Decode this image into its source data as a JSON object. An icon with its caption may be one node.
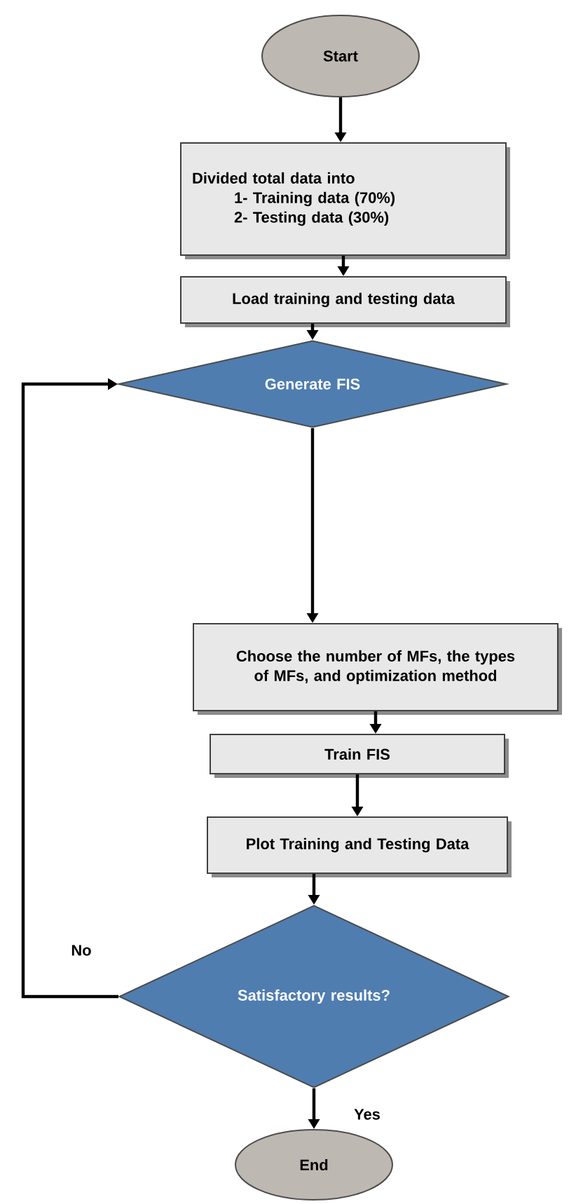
{
  "diagram": {
    "nodes": [
      {
        "text": [
          "Start"
        ]
      },
      {
        "text": [
          "Divided total data into",
          "1- Training data (70%)",
          "2- Testing data (30%)"
        ]
      },
      {
        "text": [
          "Load training and testing data"
        ]
      },
      {
        "text": [
          "Generate FIS"
        ]
      },
      {
        "text": [
          "Choose the number of MFs, the types of MFs, and optimization method"
        ]
      },
      {
        "text": [
          "Train FIS"
        ]
      },
      {
        "text": [
          "Plot Training and Testing Data"
        ]
      },
      {
        "text": [
          "Satisfactory results?"
        ]
      },
      {
        "text": [
          "End"
        ]
      }
    ],
    "edges": [
      {
        "from": 0,
        "to": 1,
        "arrow": "to"
      },
      {
        "from": 1,
        "to": 2,
        "arrow": "to"
      },
      {
        "from": 2,
        "to": 3,
        "arrow": "to"
      },
      {
        "from": 3,
        "to": 4,
        "arrow": "to"
      },
      {
        "from": 4,
        "to": 5,
        "arrow": "to"
      },
      {
        "from": 5,
        "to": 6,
        "arrow": "to"
      },
      {
        "from": 6,
        "to": 7,
        "arrow": "to"
      },
      {
        "from": 7,
        "to": 8,
        "arrow": "to",
        "label": "Yes"
      },
      {
        "from": 7,
        "to": 3,
        "arrow": "to",
        "label": "No"
      }
    ]
  }
}
